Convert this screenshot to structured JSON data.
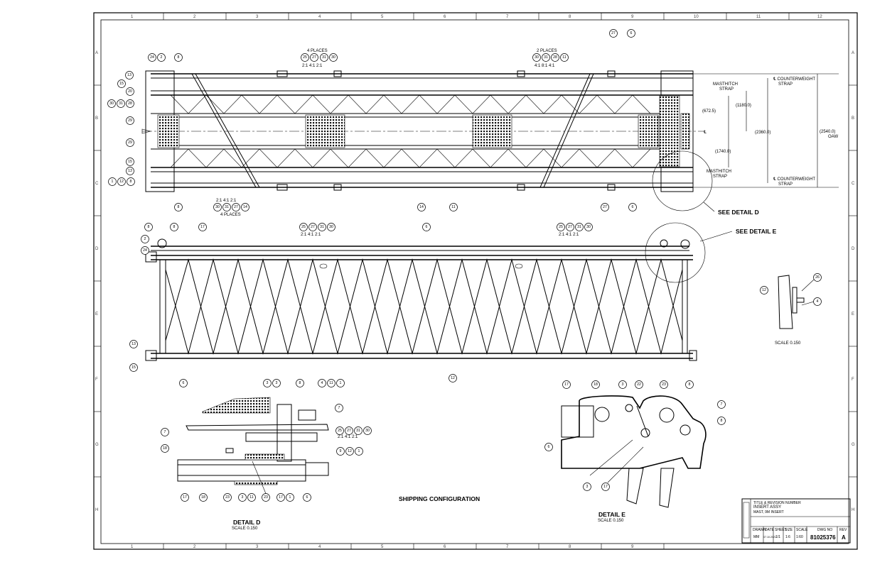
{
  "drawing": {
    "main_title": "SHIPPING CONFIGURATION",
    "see_detail_d": "SEE DETAIL  D",
    "see_detail_e": "SEE DETAIL  E",
    "detail_d": {
      "title": "DETAIL  D",
      "scale": "SCALE  0.150"
    },
    "detail_e": {
      "title": "DETAIL  E",
      "scale": "SCALE  0.150"
    },
    "small_view_scale": "SCALE  0.150",
    "notes": {
      "four_places_top": "4 PLACES",
      "four_places_top_sub": "2:1  4:1  2:1",
      "two_places": "2 PLACES",
      "two_places_sub": "4:1  8:1  4:1",
      "four_places_bottom": "4 PLACES",
      "four_places_bottom_sub": "2:1  4:1  2:1",
      "side_sub_1": "2:1  4:1  2:1",
      "side_sub_2": "2:1  4:1  2:1",
      "d_sub": "2:1  4:1  2:1"
    },
    "dimensions": {
      "cw_strap_top": "℄ COUNTERWEIGHT",
      "cw_strap_top_2": "STRAP",
      "masthitch_top": "MASTHITCH",
      "masthitch_top_2": "STRAP",
      "d672": "(672.5)",
      "d1180": "(1180.0)",
      "d2360": "(2360.0)",
      "d2540": "(2540.0)",
      "d2540_2": "OAW",
      "d1740": "(1740.0)",
      "cl": "℄",
      "masthitch_bot": "MASTHITCH",
      "masthitch_bot_2": "STRAP",
      "cw_strap_bot": "℄ COUNTERWEIGHT",
      "cw_strap_bot_2": "STRAP"
    },
    "grid_top": [
      "1",
      "2",
      "3",
      "4",
      "5",
      "6",
      "7",
      "8",
      "9",
      "10",
      "11",
      "12"
    ],
    "grid_side": [
      "A",
      "B",
      "C",
      "D",
      "E",
      "F",
      "G",
      "H"
    ],
    "title_block": {
      "desc_label": "TITLE & REVISION NUMBER",
      "desc_1": "INSERT ASSY",
      "desc_2": "MAST, 9M INSERT",
      "drawing_no": "81025376",
      "rev": "A",
      "sheet_cols": [
        "DRAWN",
        "DATE",
        "SHEET",
        "SIZE",
        "SCALE",
        "DWG NO",
        "REV"
      ],
      "sheet_vals": [
        "MM",
        "07.10.2021",
        "1/1",
        "1:6",
        "1:60"
      ]
    }
  }
}
